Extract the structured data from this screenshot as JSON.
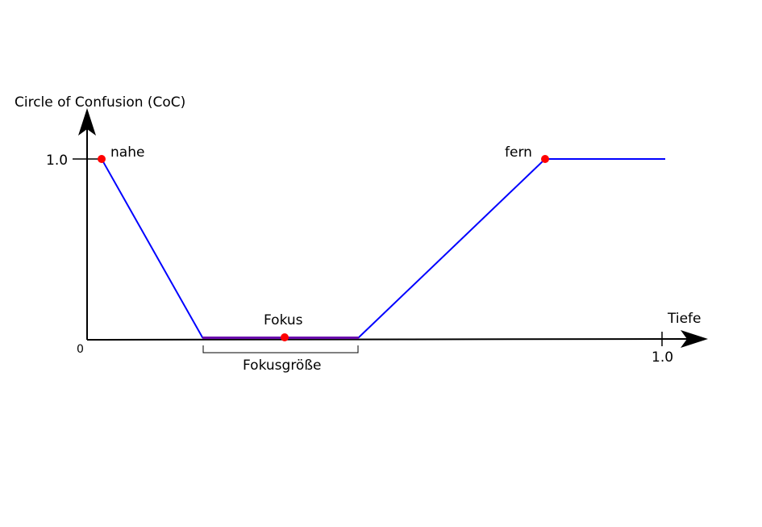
{
  "diagram": {
    "y_axis_label": "Circle of Confusion (CoC)",
    "x_axis_label": "Tiefe",
    "origin_label": "0",
    "y_tick_label": "1.0",
    "x_tick_label": "1.0",
    "points": {
      "near": "nahe",
      "focus": "Fokus",
      "far": "fern"
    },
    "focus_range_label": "Fokusgröße",
    "colors": {
      "curve": "#0000ff",
      "focus_band": "#6a0dad",
      "points": "#ff0000",
      "axes": "#000000"
    }
  }
}
